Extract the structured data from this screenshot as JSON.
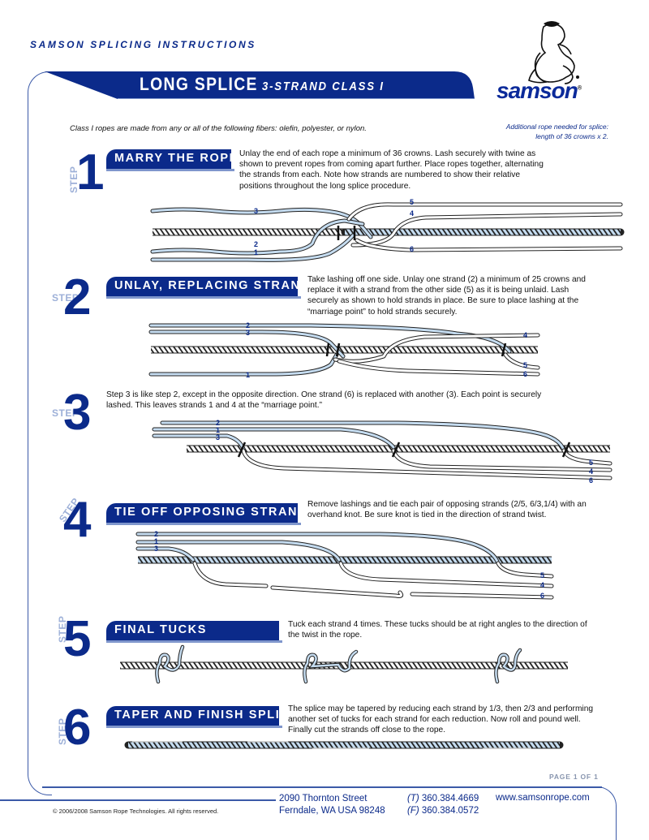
{
  "header": {
    "brand_line": "SAMSON SPLICING INSTRUCTIONS",
    "title_main": "LONG SPLICE",
    "title_sub": "3-STRAND CLASS I",
    "logo_text": "samson",
    "logo_mark": "®"
  },
  "intro": {
    "fibers_note": "Class I ropes are made from any or all of the following fibers: olefin, polyester, or nylon.",
    "additional_line1": "Additional rope needed for splice:",
    "additional_line2": "length of 36 crowns x 2."
  },
  "steps": [
    {
      "step_word": "STEP",
      "number": "1",
      "title": "MARRY THE ROPES",
      "description": "Unlay the end of each rope a minimum of 36 crowns. Lash securely with twine as shown to prevent ropes from coming apart further. Place ropes together, alternating the strands from each. Note how strands are numbered to show their relative positions throughout the long splice procedure.",
      "strand_labels": [
        "3",
        "2",
        "1",
        "5",
        "4",
        "6"
      ]
    },
    {
      "step_word": "STEP",
      "number": "2",
      "title": "UNLAY, REPLACING STRANDS",
      "description": "Take lashing off one side. Unlay one strand (2) a minimum of 25 crowns and replace it with a strand from the other side (5) as it is being unlaid. Lash securely as shown to hold strands in place. Be sure to place lashing at the “marriage point” to hold strands securely.",
      "strand_labels": [
        "2",
        "3",
        "1",
        "4",
        "5",
        "6"
      ]
    },
    {
      "step_word": "STEP",
      "number": "3",
      "title": "",
      "description": "Step 3 is like step 2, except in the opposite direction. One strand (6) is replaced with another (3). Each point is securely lashed. This leaves strands 1 and 4 at the “marriage point.”",
      "strand_labels": [
        "2",
        "1",
        "3",
        "5",
        "4",
        "6"
      ]
    },
    {
      "step_word": "STEP",
      "number": "4",
      "title": "TIE OFF OPPOSING STRANDS",
      "description": "Remove lashings and tie each pair of opposing strands (2/5, 6/3,1/4) with an overhand knot. Be sure knot is tied in the direction of strand twist.",
      "strand_labels": [
        "2",
        "1",
        "3",
        "5",
        "4",
        "6"
      ]
    },
    {
      "step_word": "STEP",
      "number": "5",
      "title": "FINAL TUCKS",
      "description": "Tuck each strand 4 times. These tucks should be at right angles to the direction of the twist in the rope."
    },
    {
      "step_word": "STEP",
      "number": "6",
      "title": "TAPER AND FINISH SPLICE",
      "description": "The splice may be tapered by reducing each strand by 1/3, then 2/3 and performing another set of tucks for each strand for each reduction. Now roll and pound well. Finally cut the strands off close to the rope."
    }
  ],
  "footer": {
    "page_indicator": "PAGE 1 OF 1",
    "copyright": "© 2006/2008 Samson Rope Technologies. All rights reserved.",
    "address_line1": "2090 Thornton Street",
    "address_line2": "Ferndale, WA USA 98248",
    "phone_label": "(T)",
    "phone": "360.384.4669",
    "fax_label": "(F)",
    "fax": "360.384.0572",
    "website": "www.samsonrope.com"
  },
  "colors": {
    "brand_blue": "#0b2a8a",
    "step_word_blue": "#9db0d8",
    "strand_fill": "#c5dcf0",
    "frame_line": "#3b5aa8"
  }
}
